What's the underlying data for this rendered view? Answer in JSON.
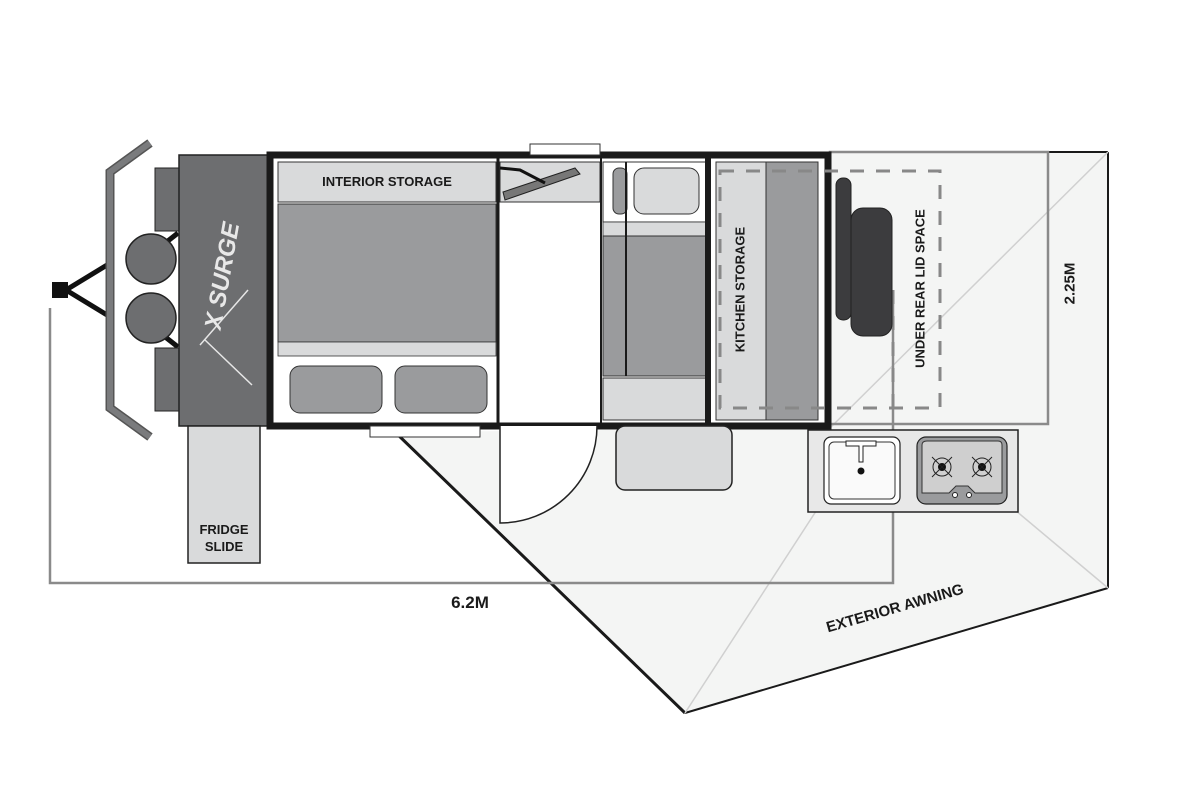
{
  "diagram": {
    "type": "floor-plan",
    "brand_logo": "X SURGE",
    "labels": {
      "interior_storage": "INTERIOR STORAGE",
      "kitchen_storage": "KITCHEN STORAGE",
      "under_rear_lid_space": "UNDER REAR LID SPACE",
      "fridge_slide_line1": "FRIDGE",
      "fridge_slide_line2": "SLIDE",
      "exterior_awning": "EXTERIOR AWNING"
    },
    "dimensions": {
      "length": "6.2M",
      "width": "2.25M"
    },
    "colors": {
      "outline": "#1a1a1a",
      "dark_grey": "#6d6e70",
      "mid_grey": "#9a9b9d",
      "light_grey": "#d9dadb",
      "awning_fill": "#f4f5f4",
      "dimension_line": "#8a8a8a",
      "seat_dark": "#3c3c3e"
    },
    "icons": [
      "tow-hitch-icon",
      "gas-bottle-icon",
      "sink-icon",
      "stove-burner-icon",
      "door-swing-icon"
    ]
  }
}
